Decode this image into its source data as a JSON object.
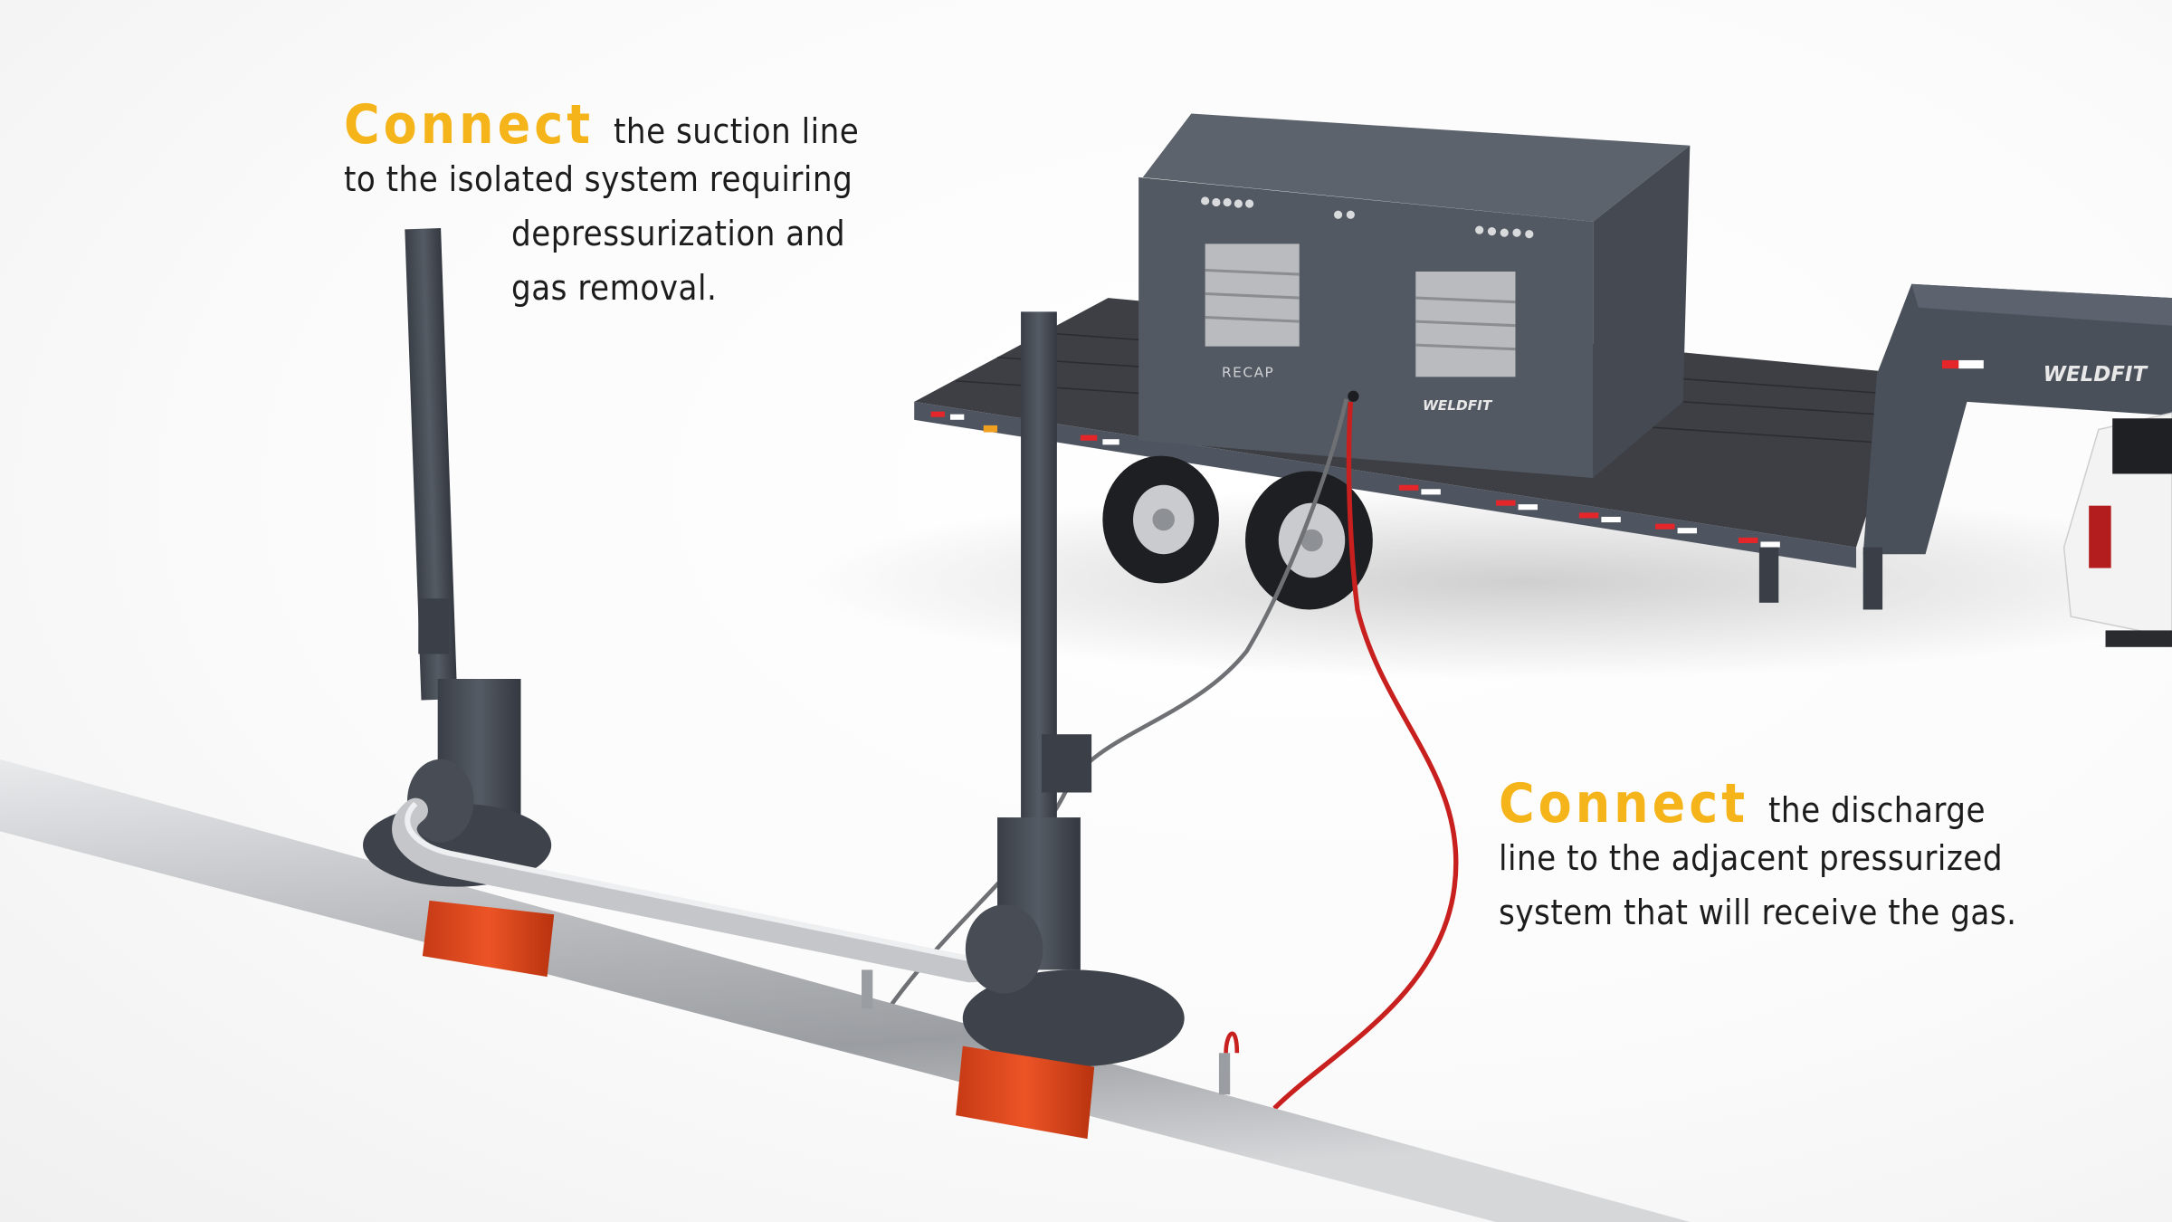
{
  "captions": {
    "suction": {
      "highlight": "Connect",
      "line1": "the suction line",
      "line2": "to the isolated system requiring",
      "line3": "depressurization and",
      "line4": "gas removal."
    },
    "discharge": {
      "highlight": "Connect",
      "line1": "the discharge",
      "line2": "line to the adjacent pressurized",
      "line3": "system that will receive the gas."
    }
  },
  "equipment_labels": {
    "unit_brand": "RECAP",
    "unit_maker": "WELDFIT",
    "trailer_maker": "WELDFIT"
  },
  "colors": {
    "highlight": "#f4b41a",
    "text": "#1c1c1c",
    "equipment": "#4a505a",
    "sleeve": "#e0491f",
    "hose_red": "#c8201e",
    "hose_gray": "#6e7074"
  }
}
